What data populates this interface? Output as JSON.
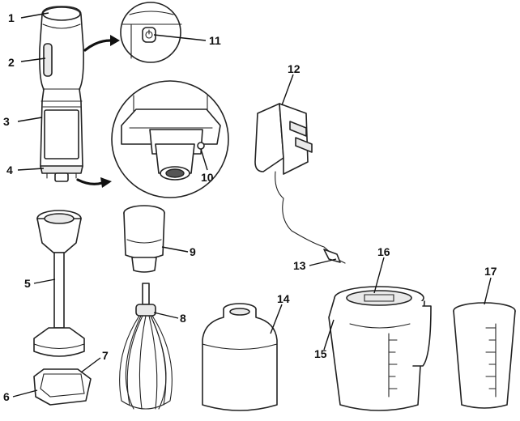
{
  "callouts": {
    "c1": "1",
    "c2": "2",
    "c3": "3",
    "c4": "4",
    "c5": "5",
    "c6": "6",
    "c7": "7",
    "c8": "8",
    "c9": "9",
    "c10": "10",
    "c11": "11",
    "c12": "12",
    "c13": "13",
    "c14": "14",
    "c15": "15",
    "c16": "16",
    "c17": "17"
  },
  "colors": {
    "line": "#222222",
    "shade": "#e9e9e9",
    "paper": "#ffffff"
  }
}
